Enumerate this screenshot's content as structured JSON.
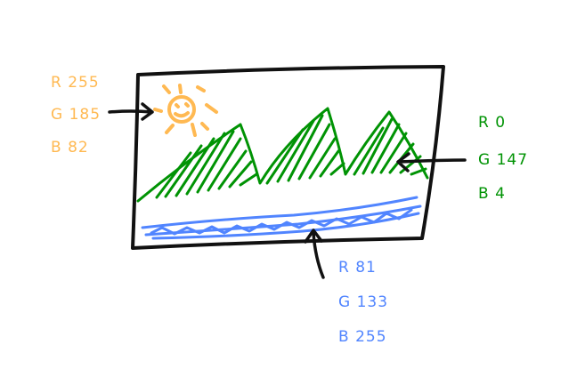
{
  "colors": {
    "ink": "#111111",
    "sun": "#FFB952",
    "mountains": "#009304",
    "water": "#5185FF"
  },
  "sun_annotation": {
    "r": "R 255",
    "g": "G 185",
    "b": "B 82"
  },
  "mountains_annotation": {
    "r": "R 0",
    "g": "G 147",
    "b": "B 4"
  },
  "water_annotation": {
    "r": "R 81",
    "g": "G 133",
    "b": "B 255"
  }
}
